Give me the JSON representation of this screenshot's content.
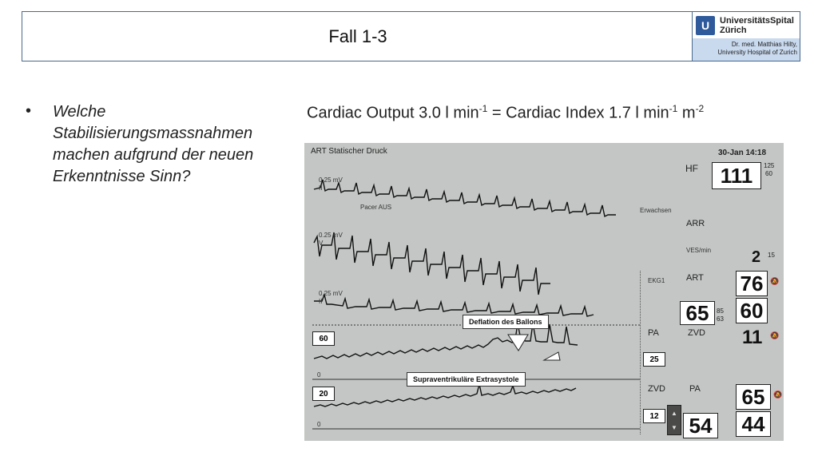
{
  "slide": {
    "title": "Fall 1-3",
    "logo_name_1": "UniversitätsSpital",
    "logo_name_2": "Zürich",
    "logo_credit_1": "Dr. med. Matthias Hilty,",
    "logo_credit_2": "University Hospital of Zurich",
    "bullet": "•",
    "question": "Welche Stabilisierungsmassnahmen machen aufgrund der neuen Erkenntnisse Sinn?",
    "formula_co": "Cardiac Output 3.0 l min",
    "formula_co_exp": "-1",
    "formula_ci": " = Cardiac Index 1.7 l min",
    "formula_ci_exp1": "-1",
    "formula_ci_m": " m",
    "formula_ci_exp2": "-2"
  },
  "monitor": {
    "title": "ART Statischer Druck",
    "date_time": "30-Jan  14:18",
    "hf_label": "HF",
    "hf_value": "111",
    "hf_lim_hi": "125",
    "hf_lim_lo": "60",
    "pacer": "Pacer AUS",
    "patient_type": "Erwachsen",
    "arr_label": "ARR",
    "ves_label": "VES/min",
    "ves_value": "2",
    "ves_lim": "15",
    "ekg_lead": "EKG1",
    "art_label": "ART",
    "art_sys": "76",
    "art_dia": "60",
    "art_mean": "65",
    "art_lim_hi": "85",
    "art_lim_lo": "63",
    "zvd_label": "ZVD",
    "zvd_value": "11",
    "pa_small_label": "PA",
    "pa_label": "PA",
    "pa_sys": "65",
    "pa_dia": "44",
    "pa_mean": "54",
    "zvd_small_label": "ZVD",
    "scale_pa_top": "60",
    "scale_pa_bottom": "0",
    "scale_zvd_top": "20",
    "scale_zvd_bottom": "0",
    "pa_scale_box": "25",
    "zvd_scale_box": "12",
    "lead_1": "0.25 mV",
    "lead_1_sub": "II",
    "lead_2": "0.25 mV",
    "lead_2_sub": "V",
    "lead_3": "0.25 mV",
    "lead_3_sub": "II",
    "callout_deflation": "Deflation des Ballons",
    "callout_svt": "Supraventrikuläre Extrasystole",
    "alarm_symbol": "🔕"
  }
}
